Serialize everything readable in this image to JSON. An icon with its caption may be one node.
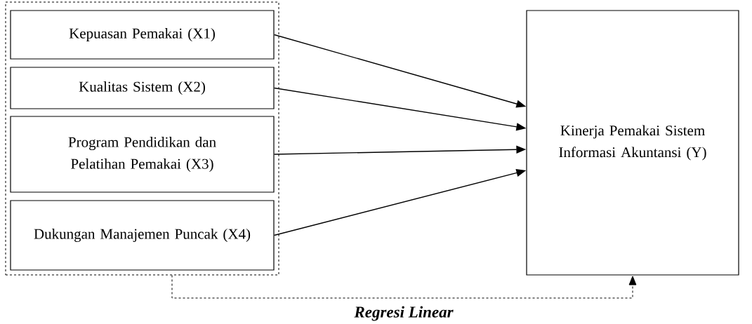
{
  "diagram": {
    "nodes": [
      {
        "text": [],
        "shape": "box"
      },
      {
        "text": [
          "Kepuasan Pemakai (X1)"
        ],
        "in": 0
      },
      {
        "text": [
          "Kualitas Sistem (X2)"
        ],
        "in": 0
      },
      {
        "text": [
          "Program Pendidikan dan Pelatihan Pemakai (X3)"
        ],
        "in": 0
      },
      {
        "text": [
          "Dukungan Manajemen Puncak (X4)"
        ],
        "in": 0
      },
      {
        "text": [
          "Kinerja Pemakai Sistem Informasi Akuntansi (Y)"
        ]
      }
    ],
    "edges": [
      {
        "from": 1,
        "to": 5,
        "arrow": "to"
      },
      {
        "from": 2,
        "to": 5,
        "arrow": "to"
      },
      {
        "from": 3,
        "to": 5,
        "arrow": "to"
      },
      {
        "from": 4,
        "to": 5,
        "arrow": "to"
      },
      {
        "from": 0,
        "to": 5,
        "arrow": "to",
        "style": "dashed",
        "label": "Regresi Linear"
      }
    ]
  }
}
